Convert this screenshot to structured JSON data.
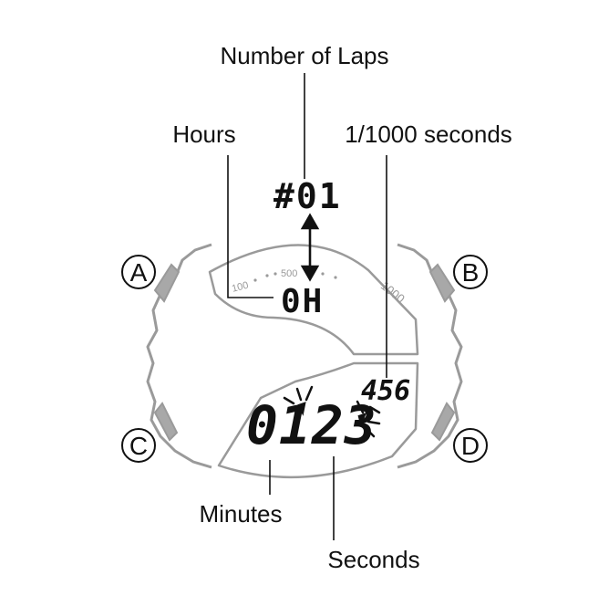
{
  "callouts": {
    "laps": "Number of Laps",
    "hours": "Hours",
    "thousandths": "1/1000 seconds",
    "minutes": "Minutes",
    "seconds": "Seconds"
  },
  "buttons": {
    "a": "A",
    "b": "B",
    "c": "C",
    "d": "D"
  },
  "display": {
    "lap_number": "#01",
    "hours_value": "0H",
    "main_digits": "0123",
    "thousandths_value": "456"
  },
  "bezel": {
    "scale_100": "100",
    "scale_500": "500",
    "scale_1000": "1000"
  },
  "colors": {
    "outline": "#9a9a9a",
    "button_fill": "#a8a8a8",
    "ink": "#111111"
  }
}
